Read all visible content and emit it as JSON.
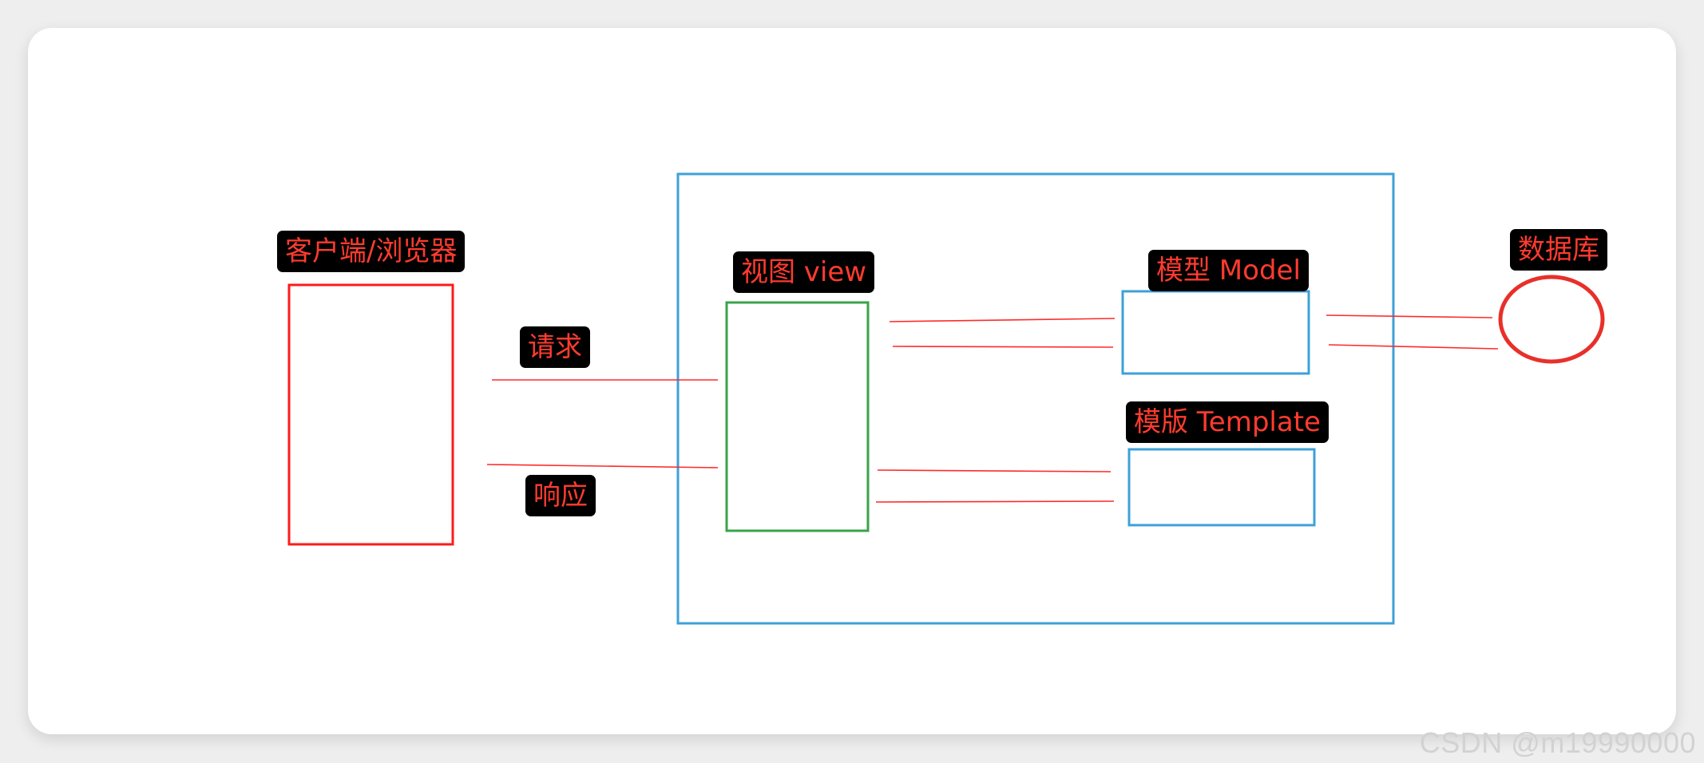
{
  "labels": {
    "client": "客户端/浏览器",
    "request": "请求",
    "response": "响应",
    "view": "视图 view",
    "model": "模型 Model",
    "template": "模版 Template",
    "database": "数据库"
  },
  "watermark": "CSDN @m19990000",
  "colors": {
    "client_box": "#ff1a1a",
    "framework_box": "#3ea0d8",
    "view_box": "#3aa34a",
    "model_box": "#3ea0d8",
    "template_box": "#3ea0d8",
    "database_shape": "#e8302a",
    "connectors": "#ff2a2a",
    "tag_background": "#000000",
    "tag_text": "#ff3b2f"
  }
}
